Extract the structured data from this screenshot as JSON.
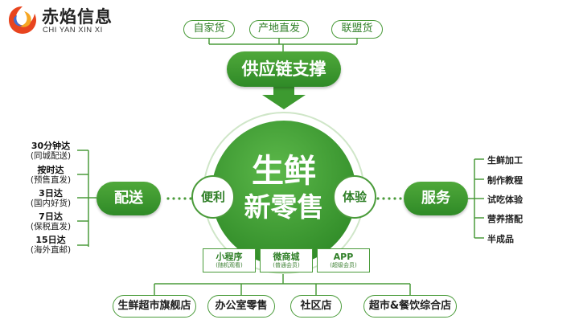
{
  "logo": {
    "name": "赤焰信息",
    "subtitle": "CHI YAN XIN XI",
    "icon": "flame-logo-icon"
  },
  "supply": {
    "title": "供应链支撑",
    "sources": [
      "自家货",
      "产地直发",
      "联盟货"
    ]
  },
  "center": {
    "line1": "生鲜",
    "line2": "新零售"
  },
  "left": {
    "hub": "配送",
    "mid": "便利",
    "items": [
      {
        "main": "30分钟达",
        "sub": "(同城配送)"
      },
      {
        "main": "按时达",
        "sub": "(预售直发)"
      },
      {
        "main": "3日达",
        "sub": "(国内好货)"
      },
      {
        "main": "7日达",
        "sub": "(保税直发)"
      },
      {
        "main": "15日达",
        "sub": "(海外直邮)"
      }
    ]
  },
  "right": {
    "hub": "服务",
    "mid": "体验",
    "items": [
      "生鲜加工",
      "制作教程",
      "试吃体验",
      "营养搭配",
      "半成品"
    ]
  },
  "channels": [
    {
      "title": "小程序",
      "sub": "(随机观看)"
    },
    {
      "title": "微商城",
      "sub": "(普通会员)"
    },
    {
      "title": "APP",
      "sub": "(超级会员)"
    }
  ],
  "stores": [
    "生鲜超市旗舰店",
    "办公室零售",
    "社区店",
    "超市&餐饮综合店"
  ],
  "colors": {
    "green": "#3d9a30",
    "dark_green": "#2f7f27",
    "line": "#4a9b3a"
  }
}
